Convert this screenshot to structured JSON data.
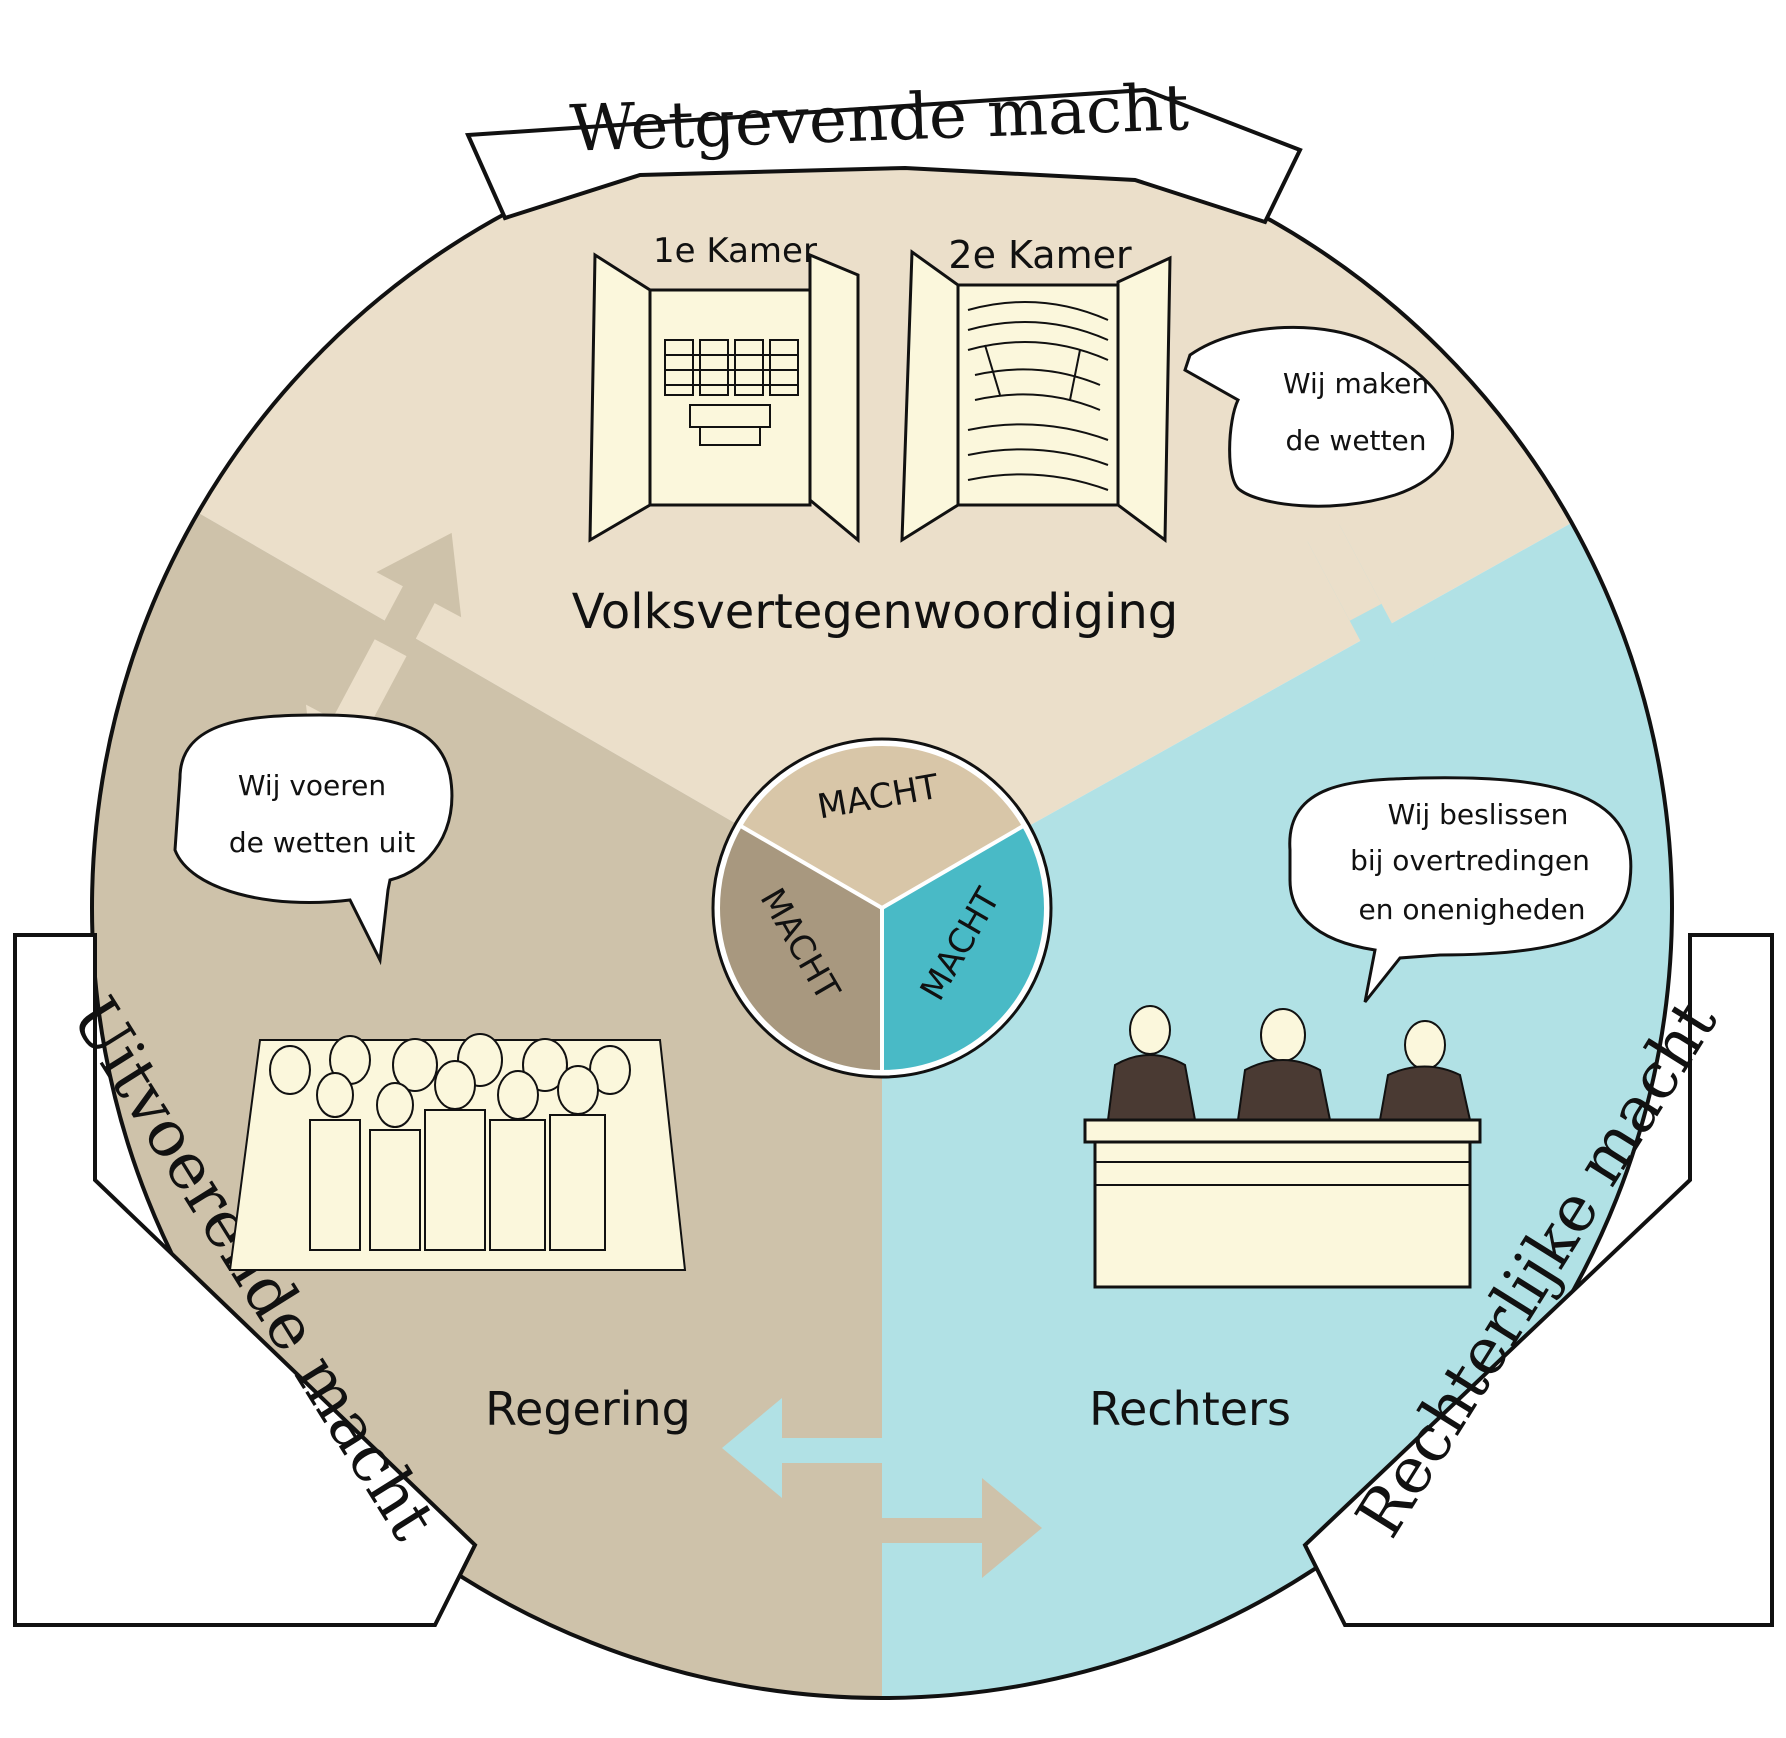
{
  "colors": {
    "top_sector": "#ebdfca",
    "left_sector": "#cec2aa",
    "right_sector": "#b1e1e5",
    "center_top": "#d8c6a8",
    "center_left": "#a8987f",
    "center_right": "#49bac6",
    "outline": "#111111",
    "banner_fill": "#ffffff",
    "bubble_fill": "#ffffff",
    "figure_fill": "#fbf7dc",
    "robe": "#4a3a33"
  },
  "banners": {
    "top": "Wetgevende macht",
    "left": "Uitvoerende macht",
    "right": "Rechterlijke macht"
  },
  "legislative": {
    "chamber1_label": "1e Kamer",
    "chamber2_label": "2e Kamer",
    "title": "Volksvertegenwoordiging",
    "bubble_line1": "Wij maken",
    "bubble_line2": "de wetten"
  },
  "executive": {
    "title": "Regering",
    "bubble_line1": "Wij voeren",
    "bubble_line2": "de wetten uit"
  },
  "judicial": {
    "title": "Rechters",
    "bubble_line1": "Wij beslissen",
    "bubble_line2": "bij overtredingen",
    "bubble_line3": "en onenigheden"
  },
  "center": {
    "top_label": "MACHT",
    "left_label": "MACHT",
    "right_label": "MACHT"
  },
  "icons": {
    "chamber1": "senate-chamber-illustration",
    "chamber2": "house-chamber-illustration",
    "government": "government-people-illustration",
    "judges": "judges-bench-illustration"
  }
}
